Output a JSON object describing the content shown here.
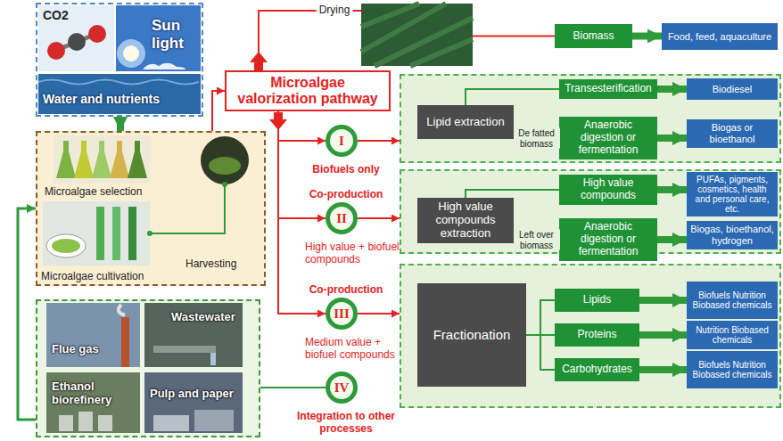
{
  "diagram": {
    "nodes": [
      {
        "text": [
          "CO2",
          "Sun light",
          "Water and nutrients"
        ]
      },
      {
        "text": [
          "Microalgae selection",
          "Microalgae cultivation",
          "Harvesting"
        ]
      },
      {
        "text": [
          "Flue gas",
          "Wastewater",
          "Ethanol biorefinery",
          "Pulp and paper"
        ]
      },
      {
        "text": [
          "Microalgae valorization pathway"
        ]
      },
      {
        "text": [
          "Biomass"
        ]
      },
      {
        "text": [
          "Food, feed, aquaculture"
        ]
      },
      {
        "text": [
          "I",
          "Biofuels only"
        ]
      },
      {
        "text": [
          "Co-production",
          "II",
          "High value + biofuel compounds"
        ]
      },
      {
        "text": [
          "Co-production",
          "III",
          "Medium value + biofuel compounds"
        ]
      },
      {
        "text": [
          "IV",
          "Integration to other processes"
        ]
      },
      {
        "text": []
      },
      {
        "text": [
          "Lipid extraction"
        ],
        "in": 10
      },
      {
        "text": [
          "Transesterification"
        ],
        "in": 10
      },
      {
        "text": [
          "Anaerobic digestion or fermentation"
        ],
        "in": 10
      },
      {
        "text": [
          "Biodiesel"
        ],
        "in": 10
      },
      {
        "text": [
          "Biogas or bioethanol"
        ],
        "in": 10
      },
      {
        "text": []
      },
      {
        "text": [
          "High value compounds extraction"
        ],
        "in": 16
      },
      {
        "text": [
          "High value compounds"
        ],
        "in": 16
      },
      {
        "text": [
          "Anaerobic digestion or fermentation"
        ],
        "in": 16
      },
      {
        "text": [
          "PUFAs, pigments, cosmetics, health and personal care, etc."
        ],
        "in": 16
      },
      {
        "text": [
          "Biogas, bioethanol, hydrogen"
        ],
        "in": 16
      },
      {
        "text": []
      },
      {
        "text": [
          "Fractionation"
        ],
        "in": 22
      },
      {
        "text": [
          "Lipids"
        ],
        "in": 22
      },
      {
        "text": [
          "Biofuels Nutrition Biobased chemicals"
        ],
        "in": 22
      },
      {
        "text": [
          "Proteins"
        ],
        "in": 22
      },
      {
        "text": [
          "Nutrition Biobased chemicals"
        ],
        "in": 22
      },
      {
        "text": [
          "Carbohydrates"
        ],
        "in": 22
      },
      {
        "text": [
          "Biofuels Nutrition Biobased chemicals"
        ],
        "in": 22
      }
    ],
    "edges": [
      {
        "from": 0,
        "to": 1,
        "arrow": "to"
      },
      {
        "from": 2,
        "to": 1,
        "arrow": "to"
      },
      {
        "from": 1,
        "to": 3,
        "arrow": "to"
      },
      {
        "from": 3,
        "to": 4,
        "label": "Drying",
        "arrow": "none"
      },
      {
        "from": 4,
        "to": 5,
        "arrow": "to"
      },
      {
        "from": 3,
        "to": 6,
        "arrow": "to"
      },
      {
        "from": 3,
        "to": 7,
        "arrow": "to"
      },
      {
        "from": 3,
        "to": 8,
        "arrow": "to"
      },
      {
        "from": 2,
        "to": 9,
        "arrow": "none"
      },
      {
        "from": 6,
        "to": 10,
        "arrow": "to"
      },
      {
        "from": 7,
        "to": 16,
        "arrow": "to"
      },
      {
        "from": 8,
        "to": 22,
        "arrow": "to"
      },
      {
        "from": 11,
        "to": 12,
        "arrow": "none"
      },
      {
        "from": 11,
        "to": 13,
        "label": "De fatted biomass",
        "arrow": "none"
      },
      {
        "from": 12,
        "to": 14,
        "arrow": "to"
      },
      {
        "from": 13,
        "to": 15,
        "arrow": "to"
      },
      {
        "from": 17,
        "to": 18,
        "arrow": "none"
      },
      {
        "from": 17,
        "to": 19,
        "label": "Left over biomass",
        "arrow": "none"
      },
      {
        "from": 18,
        "to": 20,
        "arrow": "to"
      },
      {
        "from": 19,
        "to": 21,
        "arrow": "to"
      },
      {
        "from": 23,
        "to": 24,
        "arrow": "none"
      },
      {
        "from": 23,
        "to": 26,
        "arrow": "none"
      },
      {
        "from": 23,
        "to": 28,
        "arrow": "none"
      },
      {
        "from": 24,
        "to": 25,
        "arrow": "to"
      },
      {
        "from": 26,
        "to": 27,
        "arrow": "to"
      },
      {
        "from": 28,
        "to": 29,
        "arrow": "to"
      }
    ]
  }
}
